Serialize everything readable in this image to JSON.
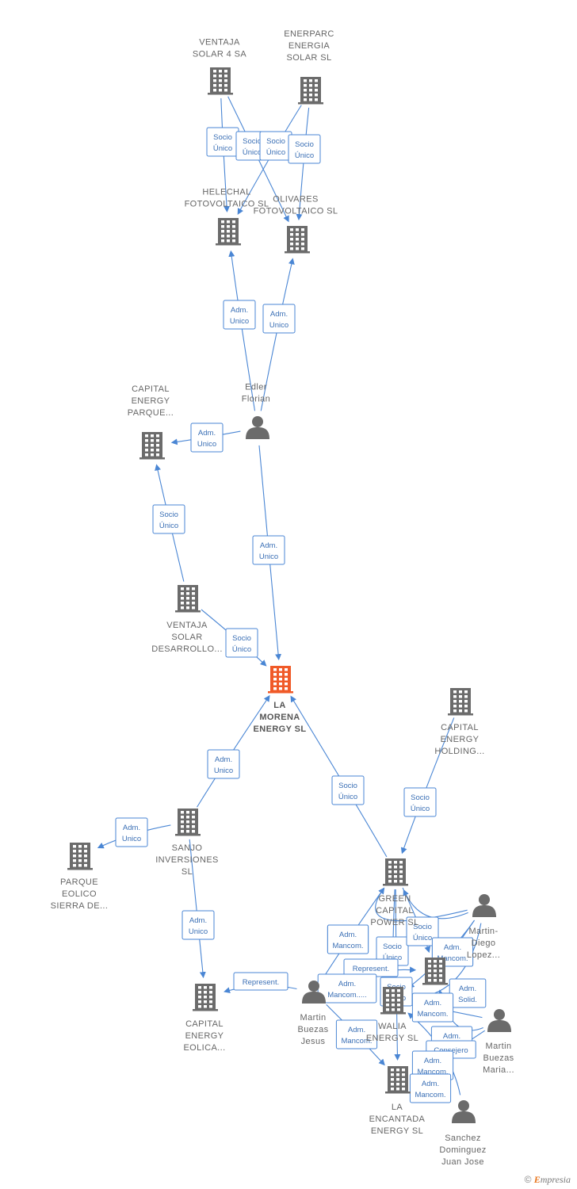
{
  "colors": {
    "edge": "#4a86d4",
    "company": "#6b6b6b",
    "focus": "#f05a28",
    "person": "#6b6b6b"
  },
  "nodes": [
    {
      "id": "ventaja4",
      "kind": "company",
      "label": [
        "VENTAJA",
        "SOLAR 4 SA"
      ]
    },
    {
      "id": "enerparc",
      "kind": "company",
      "label": [
        "ENERPARC",
        "ENERGIA",
        "SOLAR  SL"
      ]
    },
    {
      "id": "helechal",
      "kind": "company",
      "label": [
        "HELECHAL",
        "FOTOVOLTAICO SL"
      ]
    },
    {
      "id": "olivares",
      "kind": "company",
      "label": [
        "OLIVARES",
        "FOTOVOLTAICO SL"
      ]
    },
    {
      "id": "edler",
      "kind": "person",
      "label": [
        "Edler",
        "Florian"
      ]
    },
    {
      "id": "capparque",
      "kind": "company",
      "label": [
        "CAPITAL",
        "ENERGY",
        "PARQUE..."
      ]
    },
    {
      "id": "ventajades",
      "kind": "company",
      "label": [
        "VENTAJA",
        "SOLAR",
        "DESARROLLO..."
      ]
    },
    {
      "id": "lamorena",
      "kind": "focus",
      "label": [
        "LA",
        "MORENA",
        "ENERGY  SL"
      ]
    },
    {
      "id": "capholding",
      "kind": "company",
      "label": [
        "CAPITAL",
        "ENERGY",
        "HOLDING..."
      ]
    },
    {
      "id": "sanjo",
      "kind": "company",
      "label": [
        "SANJO",
        "INVERSIONES",
        "SL"
      ]
    },
    {
      "id": "parqueeol",
      "kind": "company",
      "label": [
        "PARQUE",
        "EOLICO",
        "SIERRA DE..."
      ]
    },
    {
      "id": "greencap",
      "kind": "company",
      "label": [
        "GREEN",
        "CAPITAL",
        "POWER SL"
      ]
    },
    {
      "id": "martindiego",
      "kind": "person",
      "label": [
        "Martin-",
        "Diego",
        "Lopez..."
      ]
    },
    {
      "id": "capeolica",
      "kind": "company",
      "label": [
        "CAPITAL",
        "ENERGY",
        "EOLICA..."
      ]
    },
    {
      "id": "martinjesus",
      "kind": "person",
      "label": [
        "Martin",
        "Buezas",
        "Jesus"
      ]
    },
    {
      "id": "walia",
      "kind": "company",
      "label": [
        "WALIA",
        "ENERGY  SL"
      ]
    },
    {
      "id": "midcomp",
      "kind": "company",
      "label": []
    },
    {
      "id": "martinmaria",
      "kind": "person",
      "label": [
        "Martin",
        "Buezas",
        "Maria..."
      ]
    },
    {
      "id": "encantada",
      "kind": "company",
      "label": [
        "LA",
        "ENCANTADA",
        "ENERGY  SL"
      ]
    },
    {
      "id": "sanchez",
      "kind": "person",
      "label": [
        "Sanchez",
        "Dominguez",
        "Juan Jose"
      ]
    }
  ],
  "edges": [
    {
      "from": "ventaja4",
      "to": "helechal",
      "label": [
        "Socio",
        "Único"
      ]
    },
    {
      "from": "ventaja4",
      "to": "olivares",
      "label": [
        "Socio",
        "Único"
      ]
    },
    {
      "from": "enerparc",
      "to": "helechal",
      "label": [
        "Socio",
        "Único"
      ]
    },
    {
      "from": "enerparc",
      "to": "olivares",
      "label": [
        "Socio",
        "Único"
      ]
    },
    {
      "from": "edler",
      "to": "helechal",
      "label": [
        "Adm.",
        "Unico"
      ]
    },
    {
      "from": "edler",
      "to": "olivares",
      "label": [
        "Adm.",
        "Unico"
      ]
    },
    {
      "from": "edler",
      "to": "capparque",
      "label": [
        "Adm.",
        "Unico"
      ]
    },
    {
      "from": "ventajades",
      "to": "capparque",
      "label": [
        "Socio",
        "Único"
      ]
    },
    {
      "from": "edler",
      "to": "lamorena",
      "label": [
        "Adm.",
        "Unico"
      ]
    },
    {
      "from": "ventajades",
      "to": "lamorena",
      "label": [
        "Socio",
        "Único"
      ]
    },
    {
      "from": "sanjo",
      "to": "lamorena",
      "label": [
        "Adm.",
        "Unico"
      ]
    },
    {
      "from": "greencap",
      "to": "lamorena",
      "label": [
        "Socio",
        "Único"
      ]
    },
    {
      "from": "capholding",
      "to": "greencap",
      "label": [
        "Socio",
        "Único"
      ]
    },
    {
      "from": "sanjo",
      "to": "parqueeol",
      "label": [
        "Adm.",
        "Unico"
      ]
    },
    {
      "from": "sanjo",
      "to": "capeolica",
      "label": [
        "Adm.",
        "Unico"
      ]
    },
    {
      "from": "martinjesus",
      "to": "capeolica",
      "label": [
        "Represent."
      ]
    },
    {
      "from": "martindiego",
      "to": "greencap",
      "label": [
        "Adm.",
        "Mancom."
      ]
    },
    {
      "from": "martinjesus",
      "to": "greencap",
      "label": [
        "Adm.",
        "Mancom."
      ]
    },
    {
      "from": "greencap",
      "to": "walia",
      "label": [
        "Socio",
        "Único"
      ]
    },
    {
      "from": "martinjesus",
      "to": "midcomp",
      "label": [
        "Represent."
      ]
    },
    {
      "from": "greencap",
      "to": "midcomp",
      "label": [
        "Socio",
        "Único"
      ]
    },
    {
      "from": "martindiego",
      "to": "midcomp",
      "label": [
        "Adm.",
        "Mancom."
      ]
    },
    {
      "from": "martinjesus",
      "to": "walia",
      "label": [
        "Adm.",
        "Mancom....."
      ]
    },
    {
      "from": "greencap",
      "to": "encantada",
      "label": [
        "Socio",
        "Único"
      ]
    },
    {
      "from": "martindiego",
      "to": "walia",
      "label": [
        "Adm.",
        "Solid."
      ]
    },
    {
      "from": "martinmaria",
      "to": "walia",
      "label": [
        "Adm.",
        "Mancom."
      ]
    },
    {
      "from": "martinjesus",
      "to": "encantada",
      "label": [
        "Adm.",
        "Mancom."
      ]
    },
    {
      "from": "martinmaria",
      "to": "midcomp",
      "label": [
        "Adm.",
        "Mancom."
      ]
    },
    {
      "from": "sanchez",
      "to": "walia",
      "label": [
        "Consejero"
      ]
    },
    {
      "from": "martinmaria",
      "to": "encantada",
      "label": [
        "Adm.",
        "Mancom."
      ]
    },
    {
      "from": "sanchez",
      "to": "encantada",
      "label": [
        "Adm.",
        "Mancom."
      ]
    },
    {
      "from": "martindiego",
      "to": "greencap",
      "label": [
        "Socio",
        "Único"
      ]
    },
    {
      "from": "martindiego",
      "to": "walia",
      "label": [
        "Adm.",
        "Mancom."
      ]
    }
  ],
  "footer": {
    "copyright": "©",
    "brand_e": "E",
    "brand_rest": "mpresia"
  }
}
